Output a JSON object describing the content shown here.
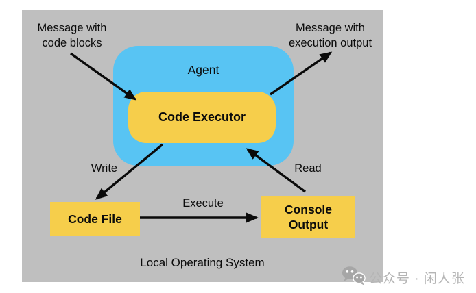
{
  "diagram": {
    "os_label": "Local Operating System",
    "nodes": {
      "agent": {
        "label": "Agent",
        "fill": "#58C4F3"
      },
      "code_executor": {
        "label": "Code Executor",
        "fill": "#F6CE4B"
      },
      "code_file": {
        "label": "Code File",
        "fill": "#F6CE4B"
      },
      "console_output": {
        "label": "Console\nOutput",
        "fill": "#F6CE4B"
      }
    },
    "edges": [
      {
        "from": "incoming-message",
        "to": "code-executor",
        "label": "Message with\ncode blocks"
      },
      {
        "from": "code-executor",
        "to": "outgoing-message",
        "label": "Message with\nexecution output"
      },
      {
        "from": "code-executor",
        "to": "code-file",
        "label": "Write"
      },
      {
        "from": "console-output",
        "to": "code-executor",
        "label": "Read"
      },
      {
        "from": "code-file",
        "to": "console-output",
        "label": "Execute"
      }
    ],
    "colors": {
      "page_background": "#FFFFFF",
      "os_box_gray": "#BFBFBF",
      "agent_blue": "#58C4F3",
      "node_yellow": "#F6CE4B",
      "arrow_black": "#0A0A0A",
      "watermark_gray": "#B5B5B5"
    },
    "watermark": {
      "icon": "wechat-chat-bubbles-icon",
      "text": "公众号 · 闲人张"
    }
  }
}
